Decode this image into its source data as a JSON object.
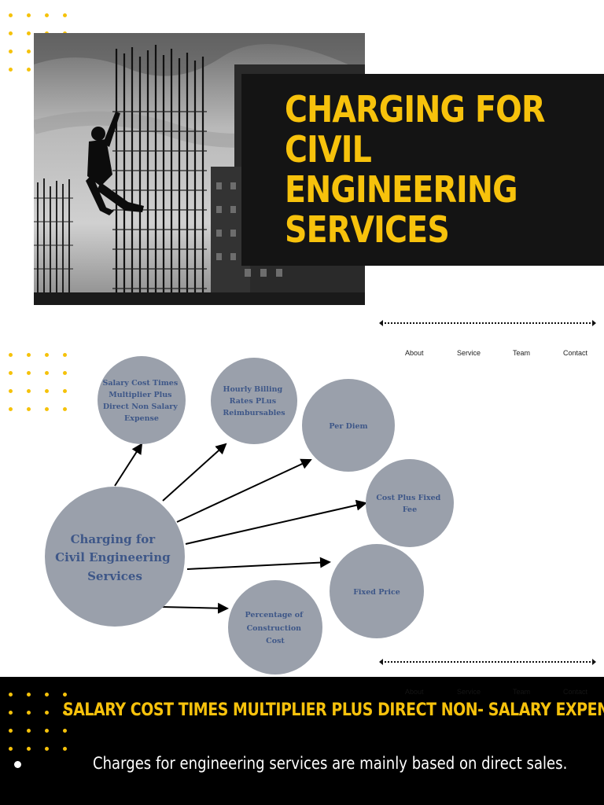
{
  "header": {
    "title_lines": [
      "CHARGING FOR",
      "CIVIL",
      "ENGINEERING",
      "SERVICES"
    ]
  },
  "nav": {
    "items": [
      "About",
      "Service",
      "Team",
      "Contact"
    ]
  },
  "diagram": {
    "center": {
      "lines": [
        "Charging for",
        "Civil Engineering",
        "Services"
      ]
    },
    "nodes": [
      {
        "lines": [
          "Salary Cost Times",
          "Multiplier Plus",
          "Direct Non Salary",
          "Expense"
        ]
      },
      {
        "lines": [
          "Hourly Billing",
          "Rates PLus",
          "Reimbursables"
        ]
      },
      {
        "lines": [
          "Per Diem"
        ]
      },
      {
        "lines": [
          "Cost Plus Fixed",
          "Fee"
        ]
      },
      {
        "lines": [
          "Fixed Price"
        ]
      },
      {
        "lines": [
          "Percentage of",
          "Construction",
          "Cost"
        ]
      }
    ]
  },
  "footer": {
    "heading": "SALARY COST TIMES MULTIPLIER PLUS DIRECT NON- SALARY EXPENSE",
    "body": "Charges for engineering services are mainly based on direct sales."
  },
  "colors": {
    "accent": "#f7c20c",
    "node_fill": "#9aa0ab",
    "node_text": "#3e5788",
    "dark": "#141414"
  }
}
